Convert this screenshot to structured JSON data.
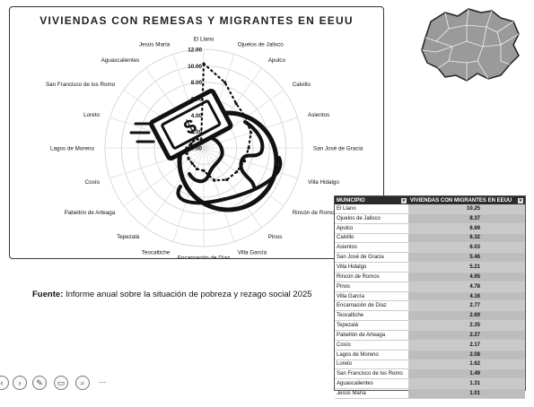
{
  "chart_data": {
    "type": "radar",
    "title": "VIVIENDAS CON REMESAS Y MIGRANTES EN EEUU",
    "categories": [
      "El Llano",
      "Ojuelos de Jalisco",
      "Apulco",
      "Calvillo",
      "Asientos",
      "San José de Gracia",
      "Villa Hidalgo",
      "Rincón de Romos",
      "Pinos",
      "Villa García",
      "Encarnación de Díaz",
      "Teocaltiche",
      "Tepezalá",
      "Pabellón de Arteaga",
      "Cosío",
      "Lagos de Moreno",
      "Loreto",
      "San Francisco de los Romo",
      "Aguascalientes",
      "Jesús María"
    ],
    "values": [
      10.25,
      8.37,
      6.69,
      6.32,
      6.03,
      5.46,
      5.21,
      4.95,
      4.78,
      4.16,
      2.77,
      2.69,
      2.35,
      2.27,
      2.17,
      2.08,
      1.62,
      1.49,
      1.31,
      1.01
    ],
    "tick_labels": [
      "0.00",
      "2.00",
      "4.00",
      "6.00",
      "8.00",
      "10.00",
      "12.00"
    ],
    "rlim": [
      0,
      12
    ],
    "grid": true,
    "legend": "none"
  },
  "table": {
    "headers": [
      "MUNICIPIO",
      "VIVIENDAS CON MIGRANTES EN EEUU"
    ],
    "rows": [
      {
        "name": "El Llano",
        "value": "10.25"
      },
      {
        "name": "Ojuelos de Jalisco",
        "value": "8.37"
      },
      {
        "name": "Apulco",
        "value": "6.69"
      },
      {
        "name": "Calvillo",
        "value": "6.32"
      },
      {
        "name": "Asientos",
        "value": "6.03"
      },
      {
        "name": "San José de Gracia",
        "value": "5.46"
      },
      {
        "name": "Villa Hidalgo",
        "value": "5.21"
      },
      {
        "name": "Rincón de Romos",
        "value": "4.95"
      },
      {
        "name": "Pinos",
        "value": "4.78"
      },
      {
        "name": "Villa García",
        "value": "4.16"
      },
      {
        "name": "Encarnación de Díaz",
        "value": "2.77"
      },
      {
        "name": "Teocaltiche",
        "value": "2.69"
      },
      {
        "name": "Tepezalá",
        "value": "2.35"
      },
      {
        "name": "Pabellón de Arteaga",
        "value": "2.27"
      },
      {
        "name": "Cosío",
        "value": "2.17"
      },
      {
        "name": "Lagos de Moreno",
        "value": "2.08"
      },
      {
        "name": "Loreto",
        "value": "1.62"
      },
      {
        "name": "San Francisco de los Romo",
        "value": "1.49"
      },
      {
        "name": "Aguascalientes",
        "value": "1.31"
      },
      {
        "name": "Jesús María",
        "value": "1.01"
      }
    ]
  },
  "source": {
    "label": "Fuente:",
    "text": "Informe anual sobre la situación de pobreza y rezago social 2025"
  },
  "toolbar": {
    "icons": [
      "prev-icon",
      "next-icon",
      "pen-icon",
      "slides-icon",
      "zoom-icon",
      "more-icon"
    ]
  },
  "colors": {
    "accent": "#222222",
    "grid": "#d9d9d9",
    "header_bg": "#2b2b2b"
  }
}
